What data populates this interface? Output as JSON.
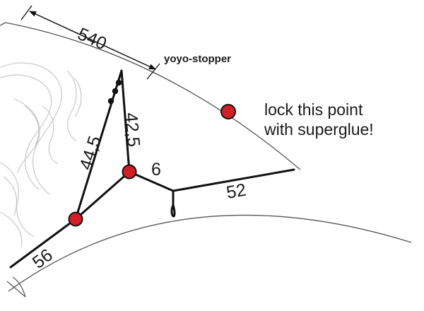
{
  "dimensions": {
    "leading_edge_to_stopper": "540",
    "spar_44": "44,5",
    "spar_42": "42,5",
    "short_link": "6",
    "trailing_link": "52",
    "lower_link": "56"
  },
  "labels": {
    "yoyo_stopper": "yoyo-stopper",
    "lock_note_line1": "lock this point",
    "lock_note_line2": "with superglue!"
  },
  "colors": {
    "lock_point_fill": "#d32028",
    "line": "#111111",
    "sail_outline": "#555555",
    "decoration": "#bdbdbd"
  }
}
